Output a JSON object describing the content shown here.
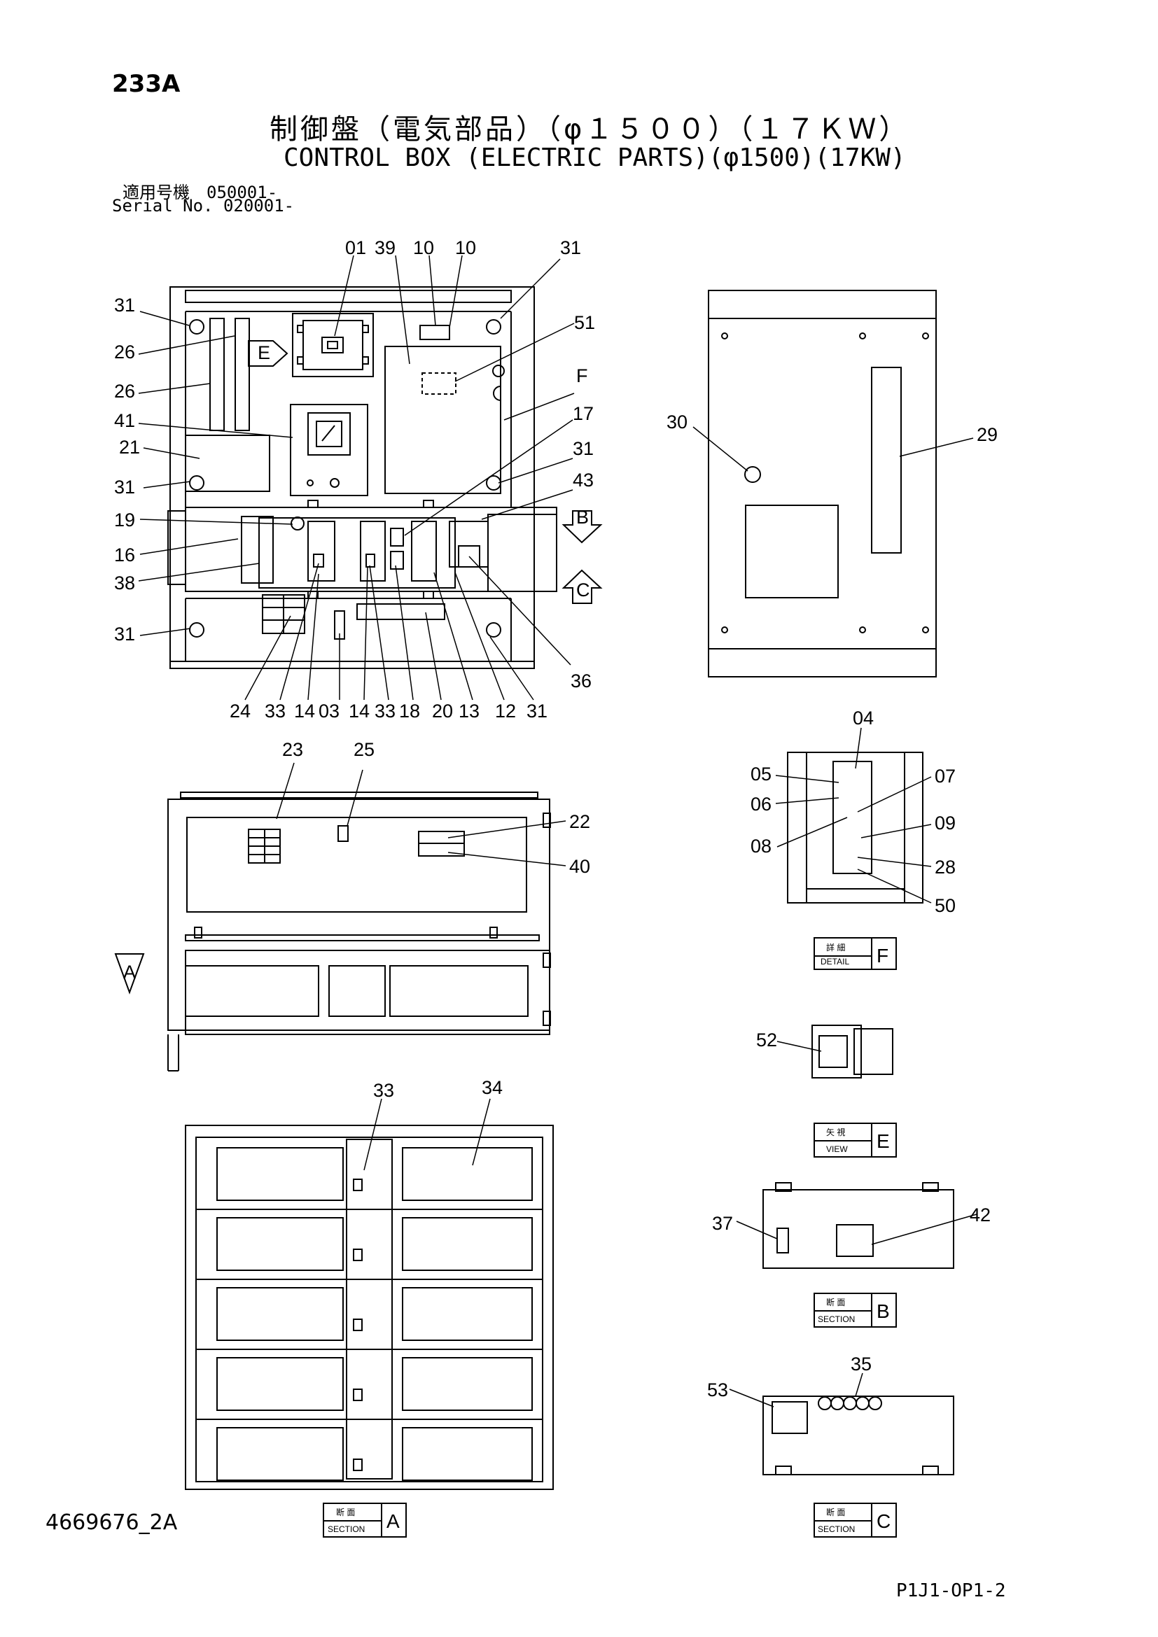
{
  "header": {
    "page_number": "233A",
    "title_jp": "制御盤（電気部品）（φ１５００）（１７ＫＷ）",
    "title_en": "CONTROL BOX (ELECTRIC PARTS)(φ1500)(17KW)",
    "serial_jp": "適用号機　050001-",
    "serial_en": "Serial No. 020001-"
  },
  "footer": {
    "drawing_number": "4669676_2A",
    "sheet_code": "P1J1-OP1-2"
  },
  "view_markers": {
    "E": "E",
    "B": "B",
    "C": "C",
    "A": "A",
    "F": "F"
  },
  "detail_labels": {
    "detail_f": {
      "jp": "詳 細",
      "en": "DETAIL",
      "letter": "F"
    },
    "view_e": {
      "jp": "矢 視",
      "en": "VIEW",
      "letter": "E"
    },
    "section_b": {
      "jp": "断 面",
      "en": "SECTION",
      "letter": "B"
    },
    "section_c": {
      "jp": "断 面",
      "en": "SECTION",
      "letter": "C"
    },
    "section_a": {
      "jp": "断 面",
      "en": "SECTION",
      "letter": "A"
    }
  },
  "callouts": {
    "main_top": [
      "01",
      "39",
      "10",
      "10",
      "31"
    ],
    "main_left": [
      "31",
      "26",
      "26",
      "41",
      "21",
      "31",
      "19",
      "16",
      "38",
      "31"
    ],
    "main_right": [
      "51",
      "F",
      "17",
      "31",
      "43",
      "36"
    ],
    "main_bottom": [
      "24",
      "33",
      "14",
      "03",
      "14",
      "33",
      "18",
      "20",
      "13",
      "12",
      "31"
    ],
    "right_panel": [
      "30",
      "29"
    ],
    "side_view": [
      "23",
      "25",
      "22",
      "40"
    ],
    "detail_f": [
      "04",
      "05",
      "06",
      "07",
      "08",
      "09",
      "28",
      "50"
    ],
    "view_e": [
      "52"
    ],
    "section_b": [
      "37",
      "42"
    ],
    "section_c": [
      "53",
      "35"
    ],
    "section_a": [
      "33",
      "34"
    ]
  }
}
